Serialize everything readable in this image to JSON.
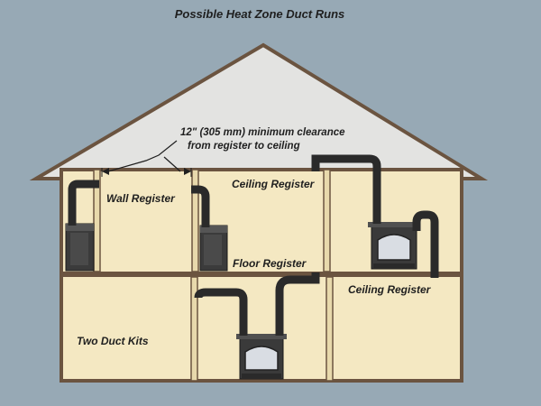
{
  "title": "Possible Heat Zone Duct Runs",
  "clearance_note": {
    "line1": "12\" (305 mm) minimum clearance",
    "line2": "from register to ceiling"
  },
  "labels": {
    "wall_register": "Wall Register",
    "ceiling_register_upper": "Ceiling Register",
    "floor_register": "Floor Register",
    "ceiling_register_lower": "Ceiling Register",
    "two_duct_kits": "Two Duct Kits"
  },
  "colors": {
    "background": "#97a9b5",
    "roof": "#e3e3e1",
    "wall_fill": "#f4e8c2",
    "frame": "#6b5440",
    "duct": "#2a2a2a"
  }
}
